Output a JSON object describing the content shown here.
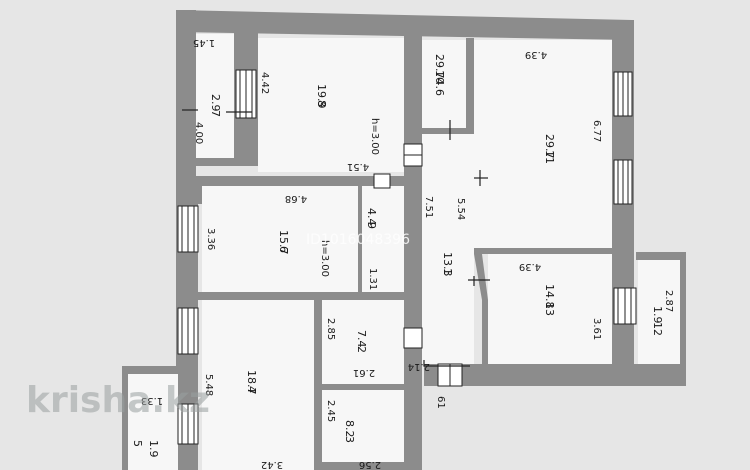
{
  "rooms": [
    {
      "id": "7",
      "area": "2.9"
    },
    {
      "id": "8",
      "area": "19.9"
    },
    {
      "id": "10",
      "area": "4.6"
    },
    {
      "id": "11",
      "area": "29.7"
    },
    {
      "id": "6",
      "area": "15.7"
    },
    {
      "id": "9",
      "area": "4.4"
    },
    {
      "id": "1",
      "area": "13.3"
    },
    {
      "id": "13",
      "area": "14.8"
    },
    {
      "id": "12",
      "area": "1.9"
    },
    {
      "id": "4",
      "area": "18.7"
    },
    {
      "id": "2",
      "area": "7.4"
    },
    {
      "id": "3",
      "area": "8.2"
    },
    {
      "id": "5",
      "area": "1.9"
    }
  ],
  "dimensions": {
    "d_1_45": "1.45",
    "d_4_00": "4.00",
    "d_4_42": "4.42",
    "h_3_00": "h=3.00",
    "d_4_51": "4.51",
    "d_4_39_top": "4.39",
    "d_6_77": "6.77",
    "d_4_68": "4.68",
    "d_3_36": "3.36",
    "h_3_00_b": "h=3.00",
    "d_1_31": "1.31",
    "d_7_51": "7.51",
    "d_5_54": "5.54",
    "d_4_39_mid": "4.39",
    "d_3_61": "3.61",
    "d_2_14": "2.14",
    "d_2_85": "2.85",
    "d_2_61": "2.61",
    "d_5_48": "5.48",
    "d_1_33": "1.33",
    "d_2_45": "2.45",
    "d_3_42": "3.42",
    "d_2_56": "2.56",
    "d_61": "61",
    "d_2_87": "2.87"
  },
  "watermark": {
    "id_text": "ID1016048396",
    "brand": "krisha.kz"
  }
}
